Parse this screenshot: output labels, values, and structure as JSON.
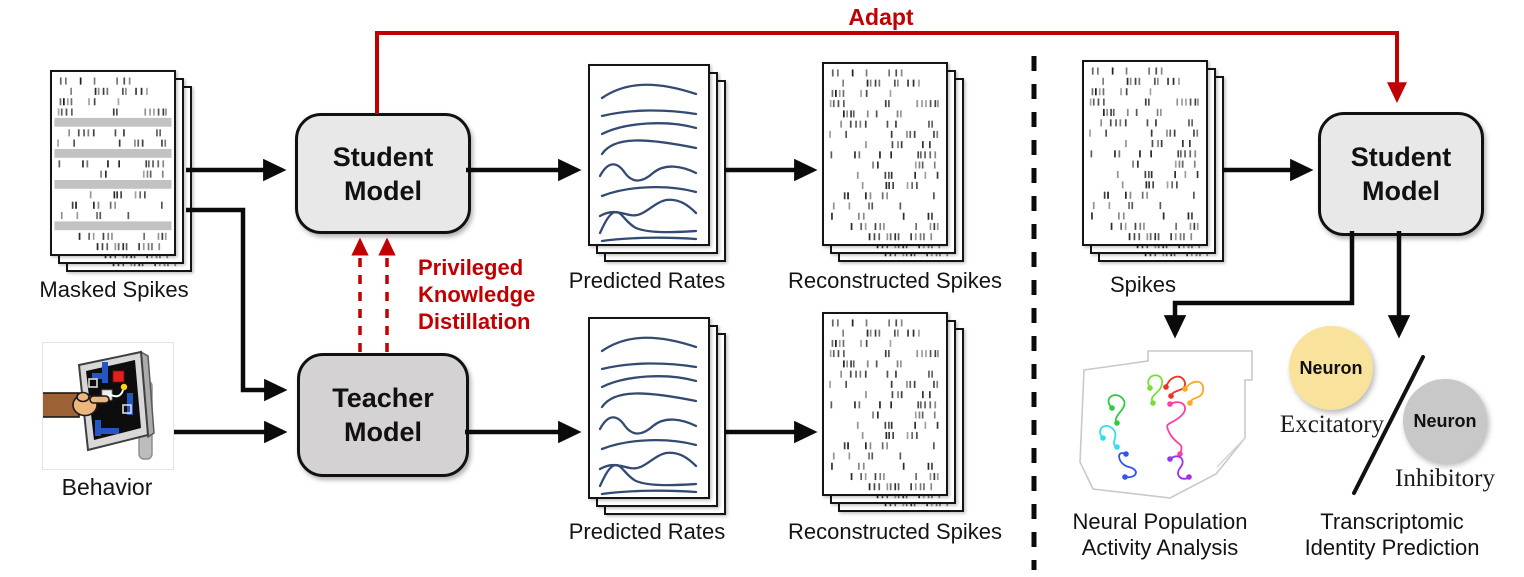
{
  "labels": {
    "adapt": "Adapt",
    "masked_spikes": "Masked Spikes",
    "behavior": "Behavior",
    "student_model": {
      "line1": "Student",
      "line2": "Model"
    },
    "teacher_model": {
      "line1": "Teacher",
      "line2": "Model"
    },
    "privileged": [
      "Privileged",
      "Knowledge",
      "Distillation"
    ],
    "predicted_rates": "Predicted Rates",
    "reconstructed_spikes": "Reconstructed Spikes",
    "spikes": "Spikes",
    "neural_population": [
      "Neural Population",
      "Activity Analysis"
    ],
    "transcriptomic": [
      "Transcriptomic",
      "Identity Prediction"
    ],
    "neuron": "Neuron",
    "excitatory": "Excitatory",
    "inhibitory": "Inhibitory"
  },
  "colors": {
    "accent_red": "#C00000",
    "student_fill": "#E9E8E8",
    "teacher_fill": "#D4D2D2",
    "excitatory_fill": "#F9E29B",
    "inhibitory_fill": "#C8C8C8",
    "rate_line": "#344A70",
    "mask_band": "#C2C2C2"
  }
}
